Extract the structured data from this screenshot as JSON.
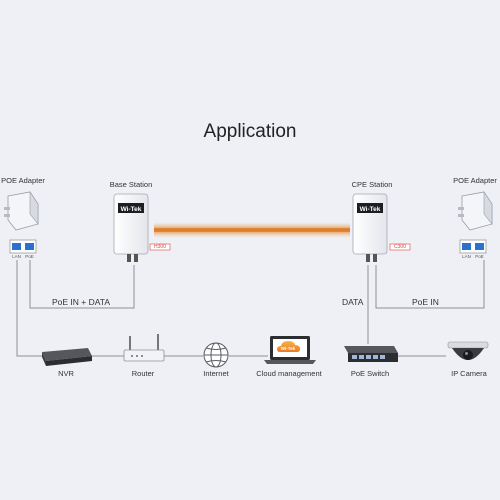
{
  "title": "Application",
  "devices": {
    "poe_adapter_left": "POE Adapter",
    "base_station": "Base Station",
    "cpe_station": "CPE Station",
    "poe_adapter_right": "POE Adapter",
    "nvr": "NVR",
    "router": "Router",
    "internet": "Internet",
    "cloud": "Cloud management",
    "poe_switch": "PoE Switch",
    "ip_camera": "IP Camera"
  },
  "links": {
    "poe_in_data": "PoE IN + DATA",
    "data": "DATA",
    "poe_in": "PoE IN"
  },
  "ports": {
    "lan": "LAN",
    "poe": "PoE"
  },
  "brand": "Wi-Tek",
  "models": {
    "base": "H300",
    "cpe": "C300"
  },
  "colors": {
    "background": "#eef0f6",
    "link_wire": "#8e9097",
    "wireless_beam": "#e2862c",
    "port_blue": "#2b6fd0",
    "model_tag": "#d9473a",
    "cloud_orange": "#f0962d"
  }
}
